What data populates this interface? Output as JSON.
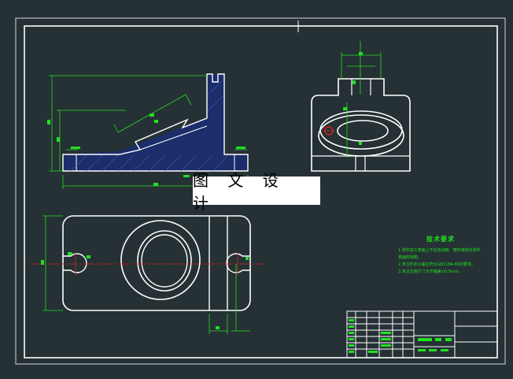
{
  "banner_text": "图 文 设 计",
  "technical_notes": {
    "title": "技术要求",
    "items": [
      "1.零件加工表面上不应有划痕、擦伤等损伤零件表面的缺陷。",
      "2.未注形状公差应符合GB1184-80的要求。",
      "3.未注长度尺寸允许偏差±0.5mm。"
    ]
  },
  "colors": {
    "background": "#253134",
    "outline": "#ffffff",
    "dimension": "#22e022",
    "centerline": "#e02020",
    "section_fill": "#1b2d6a"
  }
}
